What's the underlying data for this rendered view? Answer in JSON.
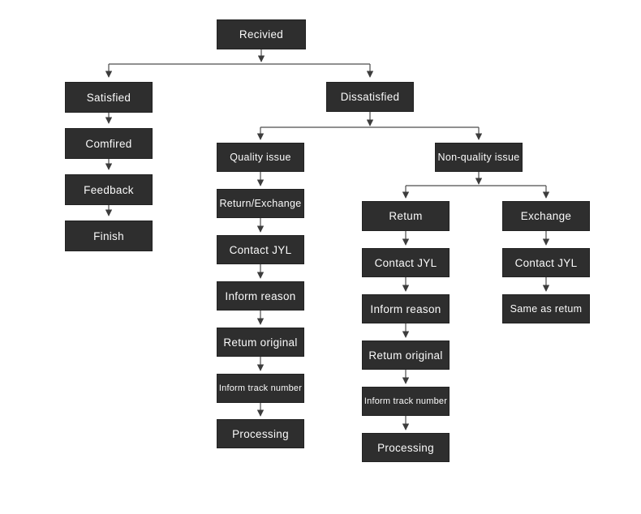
{
  "diagram": {
    "type": "flowchart",
    "description": "After-sales service flow starting from package received, branching into satisfied and dissatisfied paths"
  },
  "colors": {
    "background": "#ffffff",
    "node_background": "#2e2e2e",
    "node_text": "#fafafa",
    "connector_line": "#4d4d4d",
    "arrowhead": "#3c3c3c"
  },
  "nodes": {
    "received": "Recivied",
    "satisfied": "Satisfied",
    "comfired": "Comfired",
    "feedback": "Feedback",
    "finish": "Finish",
    "dissatisfied": "Dissatisfied",
    "quality_issue": "Quality issue",
    "return_exchange": "Return/Exchange",
    "contact_jyl_quality": "Contact JYL",
    "inform_reason_quality": "Inform reason",
    "return_original_quality": "Retum original",
    "inform_track_quality": "Inform track number",
    "processing_quality": "Processing",
    "non_quality_issue": "Non-quality issue",
    "return": "Retum",
    "contact_jyl_return": "Contact JYL",
    "inform_reason_return": "Inform reason",
    "return_original_return": "Retum original",
    "inform_track_return": "Inform track number",
    "processing_return": "Processing",
    "exchange": "Exchange",
    "contact_jyl_exchange": "Contact JYL",
    "same_as_return": "Same as retum"
  }
}
